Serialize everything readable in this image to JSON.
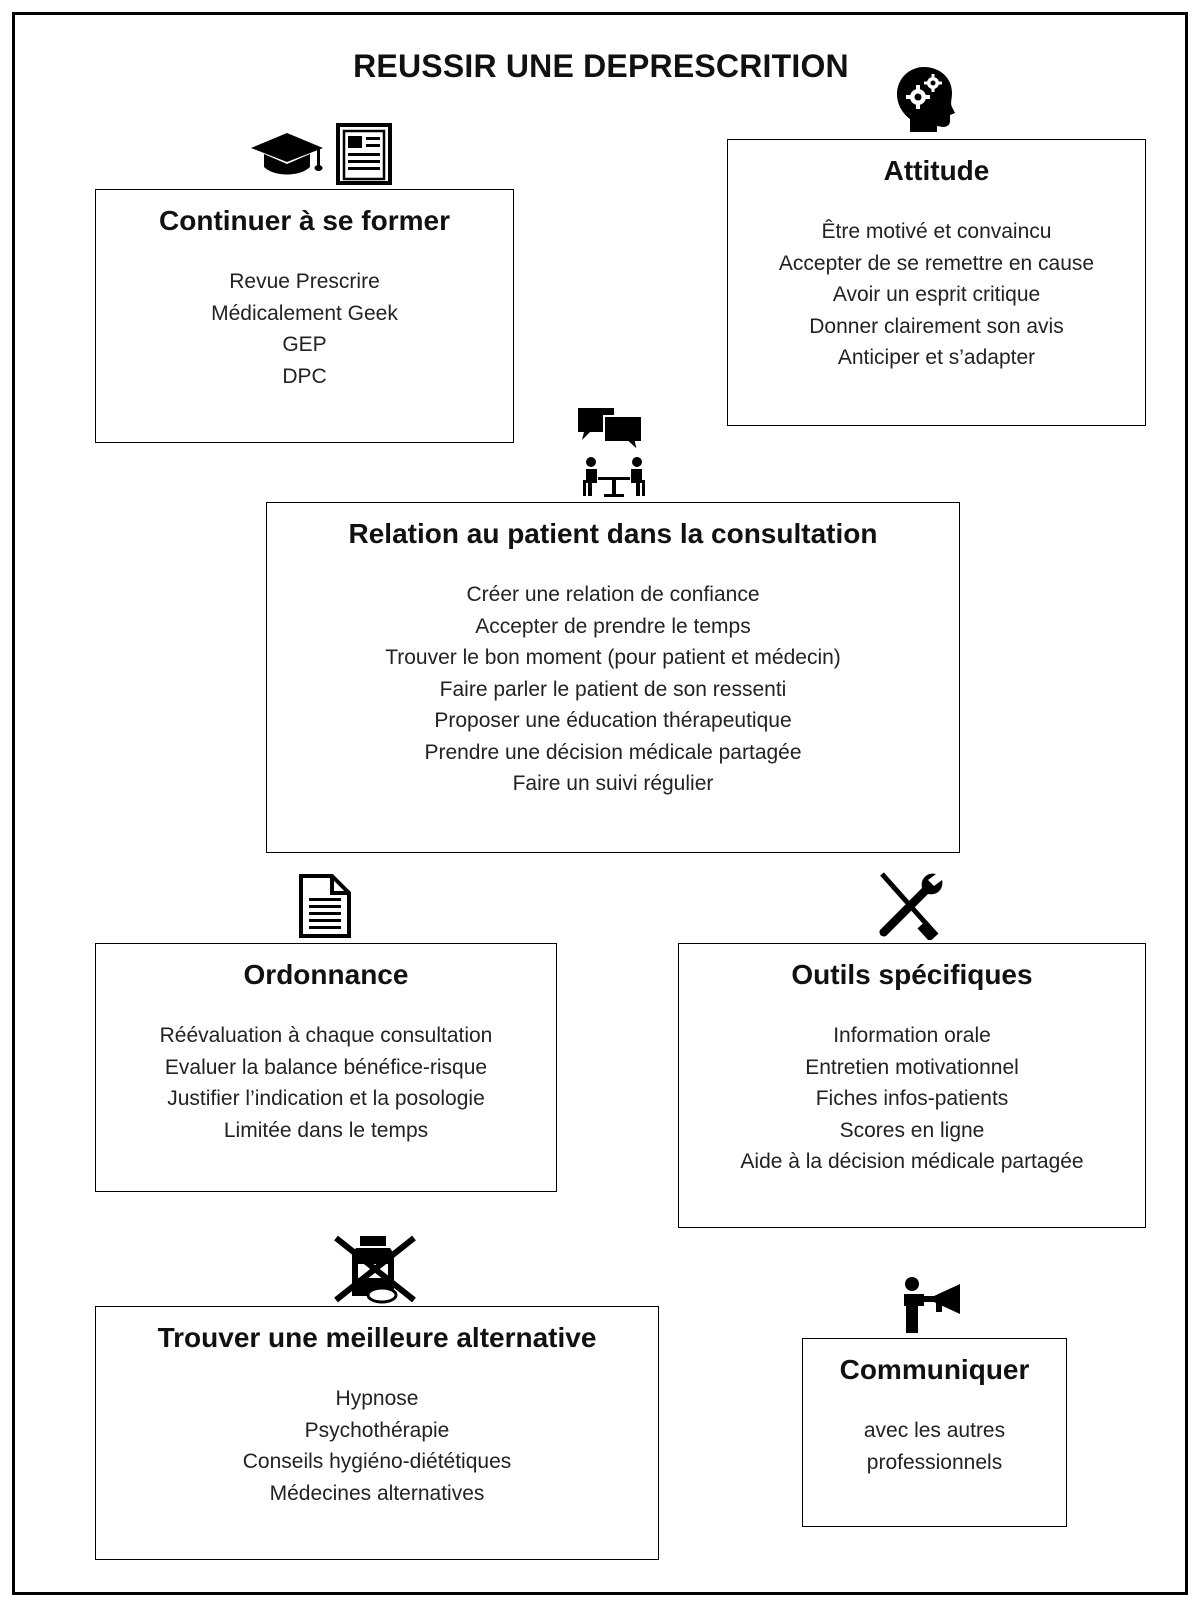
{
  "title": "REUSSIR UNE DEPRESCRITION",
  "boxes": {
    "former": {
      "title": "Continuer à se former",
      "items": [
        "Revue Prescrire",
        "Médicalement Geek",
        "GEP",
        "DPC"
      ]
    },
    "attitude": {
      "title": "Attitude",
      "items": [
        "Être motivé et convaincu",
        "Accepter de se remettre en cause",
        "Avoir un esprit critique",
        "Donner clairement son avis",
        "Anticiper et s’adapter"
      ]
    },
    "relation": {
      "title": "Relation au patient dans la consultation",
      "items": [
        "Créer une relation de confiance",
        "Accepter de prendre le temps",
        "Trouver le bon moment  (pour patient et médecin)",
        "Faire parler le patient de son ressenti",
        "Proposer une éducation thérapeutique",
        "Prendre une décision médicale partagée",
        "Faire un suivi régulier"
      ]
    },
    "ordonnance": {
      "title": "Ordonnance",
      "items": [
        "Réévaluation à chaque consultation",
        "Evaluer la balance bénéfice-risque",
        "Justifier l’indication et la posologie",
        "Limitée  dans le temps"
      ]
    },
    "outils": {
      "title": "Outils spécifiques",
      "items": [
        "Information orale",
        "Entretien motivationnel",
        "Fiches infos-patients",
        "Scores en ligne",
        "Aide à la décision médicale partagée"
      ]
    },
    "alternative": {
      "title": "Trouver une meilleure alternative",
      "items": [
        "Hypnose",
        "Psychothérapie",
        "Conseils hygiéno-diététiques",
        "Médecines alternatives"
      ]
    },
    "communiquer": {
      "title": "Communiquer",
      "items": [
        "avec les autres",
        "professionnels"
      ]
    }
  },
  "icons": [
    "graduation-cap-icon",
    "newspaper-icon",
    "head-gears-icon",
    "speech-bubbles-icon",
    "consultation-meeting-icon",
    "document-icon",
    "tools-icon",
    "no-medication-icon",
    "megaphone-person-icon"
  ]
}
